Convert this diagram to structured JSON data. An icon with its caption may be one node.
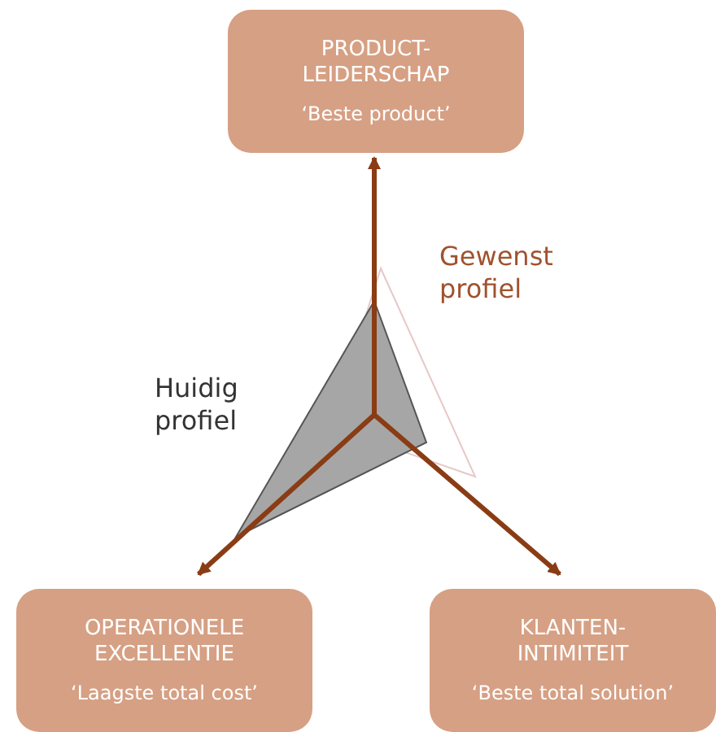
{
  "diagram": {
    "nodes": [
      {
        "text": [
          "PRODUCT-LEIDERSCHAP",
          "‘Beste product’"
        ]
      },
      {
        "text": [
          "OPERATIONELE EXCELLENTIE",
          "‘Laagste total cost’"
        ]
      },
      {
        "text": [
          "KLANTEN-INTIMITEIT",
          "‘Beste total solution’"
        ]
      }
    ],
    "edges": [
      {
        "from": null,
        "to": 0,
        "arrow": "to"
      },
      {
        "from": null,
        "to": 1,
        "arrow": "to"
      },
      {
        "from": null,
        "to": 2,
        "arrow": "to"
      }
    ],
    "labels": [
      "Gewenst profiel",
      "Huidig profiel"
    ]
  }
}
